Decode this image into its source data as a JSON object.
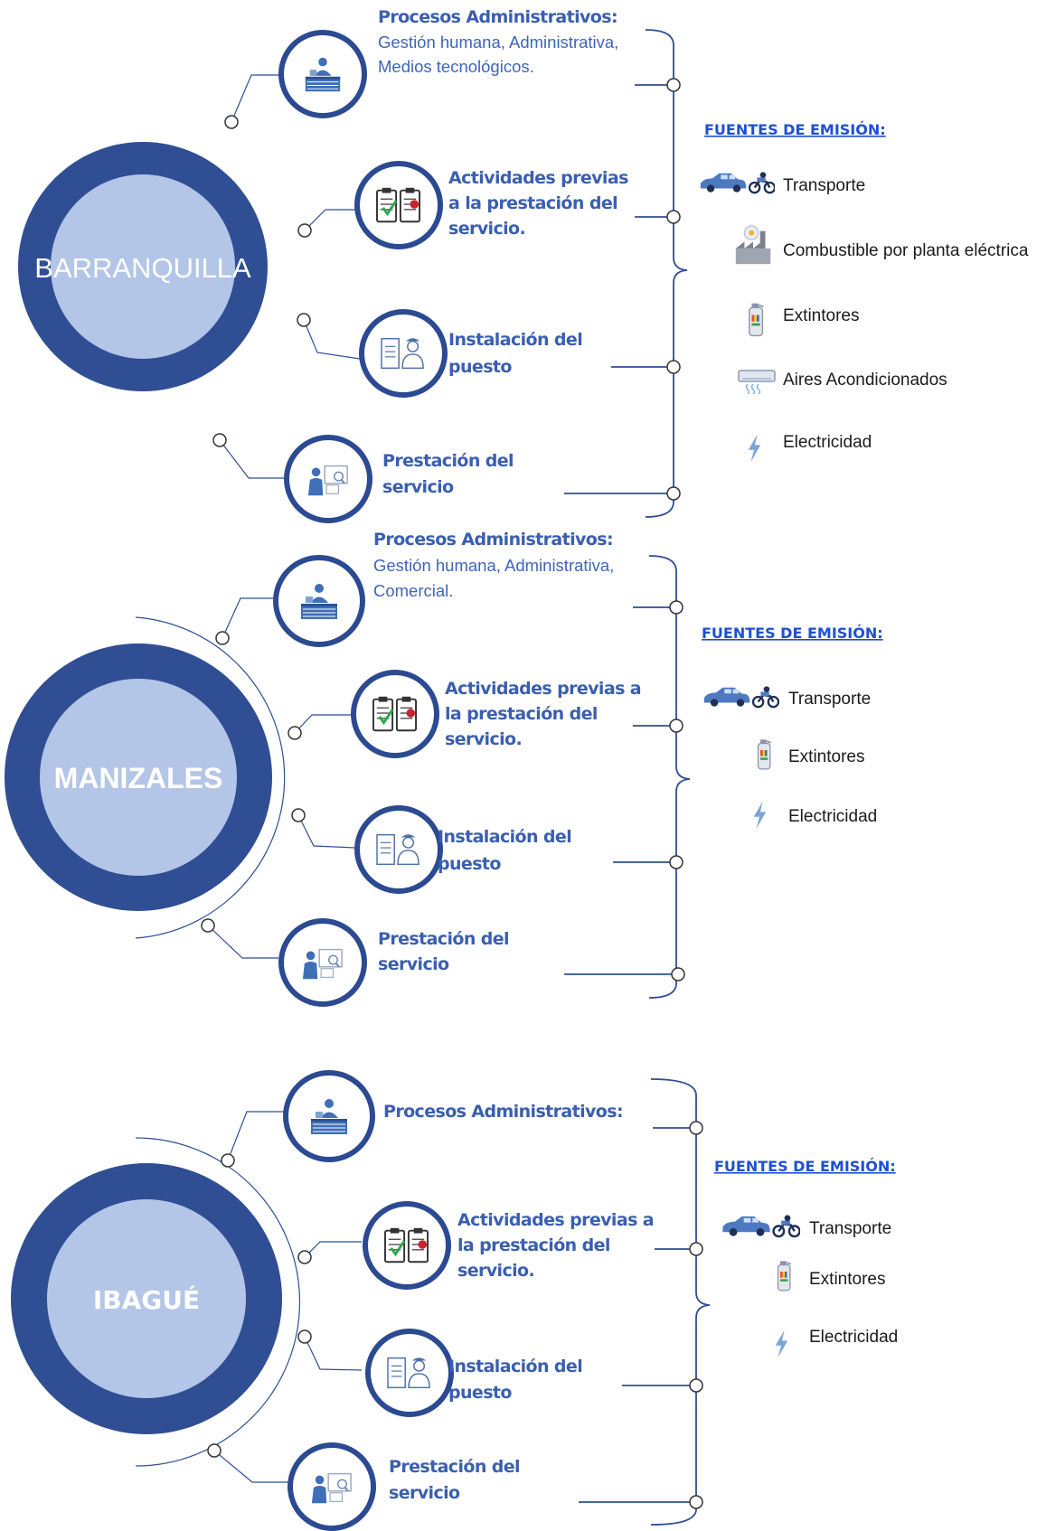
{
  "colors": {
    "ring_dark": "#2f4e94",
    "ring_light": "#b3c6e7",
    "heading_blue": "#3a5fb0",
    "link_blue": "#1f4fd3",
    "icon_blue": "#3f6fb6"
  },
  "sections": [
    {
      "city": "BARRANQUILLA",
      "processes": [
        {
          "lines": [
            "Procesos Administrativos:"
          ],
          "desc": [
            "Gestión humana,  Administrativa,",
            "Medios  tecnológicos."
          ],
          "icon": "desk-worker-icon"
        },
        {
          "lines": [
            "Actividades previas",
            "a la prestación del",
            "servicio."
          ],
          "desc": [],
          "icon": "clipboards-icon"
        },
        {
          "lines": [
            "Instalación del",
            "puesto"
          ],
          "desc": [],
          "icon": "guard-checklist-icon"
        },
        {
          "lines": [
            "Prestación del",
            "servicio"
          ],
          "desc": [],
          "icon": "guard-monitor-icon"
        }
      ],
      "fuentes_title": "FUENTES DE EMISIÓN:",
      "sources": [
        {
          "label": "Transporte",
          "icon": "car-motorcycle-icon"
        },
        {
          "label": "Combustible por planta eléctrica",
          "icon": "power-plant-icon"
        },
        {
          "label": "Extintores",
          "icon": "fire-extinguisher-icon"
        },
        {
          "label": "Aires Acondicionados",
          "icon": "air-conditioner-icon"
        },
        {
          "label": "Electricidad",
          "icon": "lightning-icon"
        }
      ]
    },
    {
      "city": "MANIZALES",
      "processes": [
        {
          "lines": [
            "Procesos Administrativos:"
          ],
          "desc": [
            "Gestión humana,  Administrativa,",
            "Comercial."
          ],
          "icon": "desk-worker-icon"
        },
        {
          "lines": [
            "Actividades previas   a",
            "la prestación del",
            "servicio."
          ],
          "desc": [],
          "icon": "clipboards-icon"
        },
        {
          "lines": [
            "Instalación del",
            "puesto"
          ],
          "desc": [],
          "icon": "guard-checklist-icon"
        },
        {
          "lines": [
            "Prestación del",
            "servicio"
          ],
          "desc": [],
          "icon": "guard-monitor-icon"
        }
      ],
      "fuentes_title": "FUENTES DE EMISIÓN:",
      "sources": [
        {
          "label": "Transporte",
          "icon": "car-motorcycle-icon"
        },
        {
          "label": "Extintores",
          "icon": "fire-extinguisher-icon"
        },
        {
          "label": "Electricidad",
          "icon": "lightning-icon"
        }
      ]
    },
    {
      "city": "IBAGUÉ",
      "processes": [
        {
          "lines": [
            "Procesos Administrativos:"
          ],
          "desc": [],
          "icon": "desk-worker-icon"
        },
        {
          "lines": [
            "Actividades previas   a",
            "la prestación del",
            "servicio."
          ],
          "desc": [],
          "icon": "clipboards-icon"
        },
        {
          "lines": [
            "Instalación del",
            "puesto"
          ],
          "desc": [],
          "icon": "guard-checklist-icon"
        },
        {
          "lines": [
            "Prestación del",
            "servicio"
          ],
          "desc": [],
          "icon": "guard-monitor-icon"
        }
      ],
      "fuentes_title": "FUENTES DE EMISIÓN:",
      "sources": [
        {
          "label": "Transporte",
          "icon": "car-motorcycle-icon"
        },
        {
          "label": "Extintores",
          "icon": "fire-extinguisher-icon"
        },
        {
          "label": "Electricidad",
          "icon": "lightning-icon"
        }
      ]
    }
  ]
}
